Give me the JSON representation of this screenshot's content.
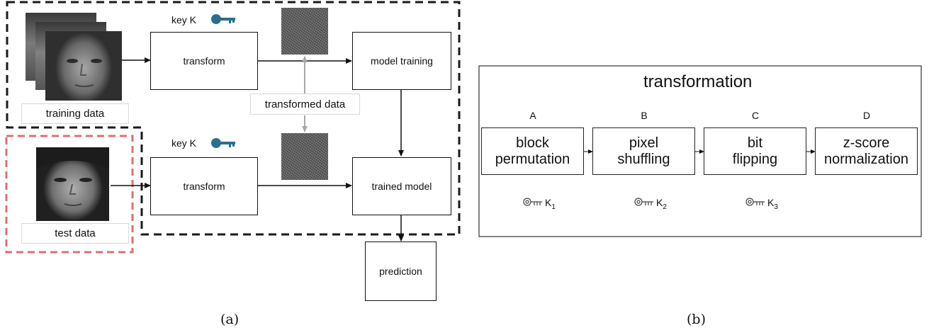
{
  "panel_a": {
    "caption": "(a)",
    "training_label": "training data",
    "test_label": "test data",
    "key_label_top": "key K",
    "key_label_bottom": "key K",
    "transform_top": "transform",
    "transform_bottom": "transform",
    "model_training": "model training",
    "trained_model": "trained model",
    "transformed_data": "transformed data",
    "prediction": "prediction"
  },
  "panel_b": {
    "caption": "(b)",
    "title": "transformation",
    "steps": [
      {
        "letter": "A",
        "label": "block\npermutation"
      },
      {
        "letter": "B",
        "label": "pixel\nshuffling"
      },
      {
        "letter": "C",
        "label": "bit\nflipping"
      },
      {
        "letter": "D",
        "label": "z-score\nnormalization"
      }
    ],
    "keys": [
      {
        "symbol": "K",
        "sub": "1"
      },
      {
        "symbol": "K",
        "sub": "2"
      },
      {
        "symbol": "K",
        "sub": "3"
      }
    ]
  },
  "colors": {
    "dashed_black": "#1a1a1a",
    "dashed_red": "#d9736e",
    "key_blue": "#2a6f8f",
    "gray_arrow": "#a8a8a8"
  }
}
